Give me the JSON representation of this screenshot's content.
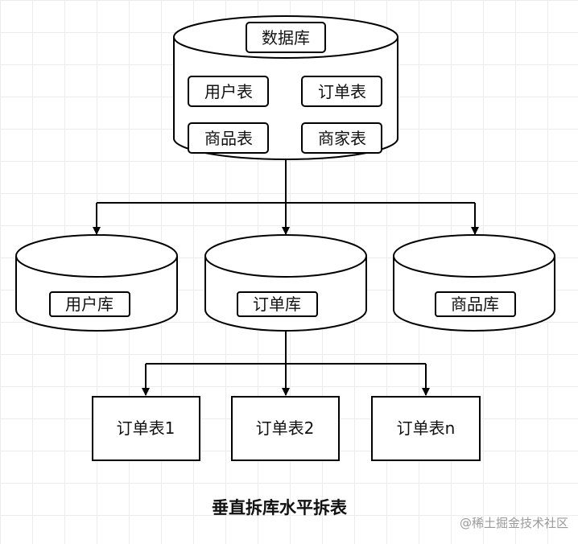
{
  "database": {
    "label": "数据库",
    "tables": [
      "用户表",
      "订单表",
      "商品表",
      "商家表"
    ]
  },
  "shards": [
    "用户库",
    "订单库",
    "商品库"
  ],
  "order_tables": [
    "订单表1",
    "订单表2",
    "订单表n"
  ],
  "caption": "垂直拆库水平拆表",
  "watermark": "@稀土掘金技术社区"
}
